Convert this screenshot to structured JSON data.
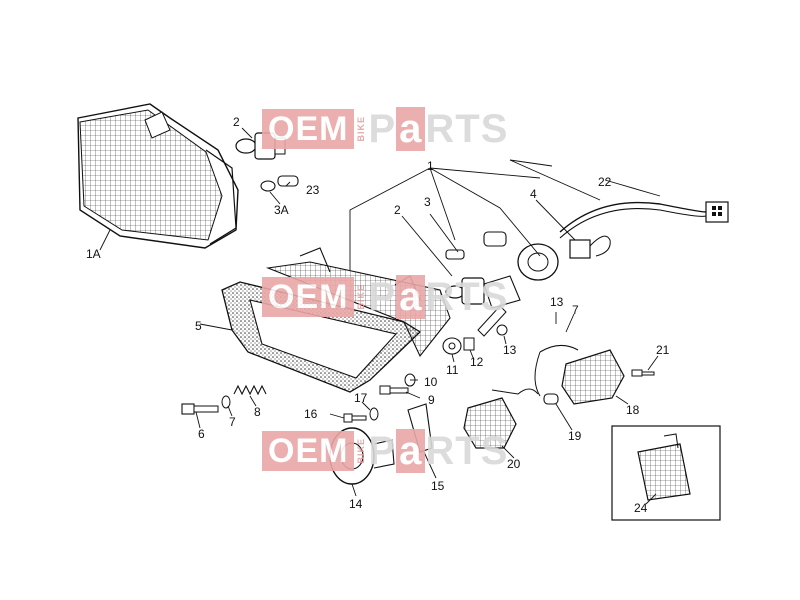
{
  "watermark": {
    "oem": "OEM",
    "bike": "BIKE",
    "p": "P",
    "a": "a",
    "rts": "RTS"
  },
  "callouts": {
    "c1": "1",
    "c1a": "1A",
    "c2_top": "2",
    "c2": "2",
    "c3": "3",
    "c3a": "3A",
    "c4": "4",
    "c5": "5",
    "c6": "6",
    "c7_left": "7",
    "c7_right": "7",
    "c8": "8",
    "c9": "9",
    "c10": "10",
    "c11": "11",
    "c12": "12",
    "c13_left": "13",
    "c13_right": "13",
    "c14": "14",
    "c15": "15",
    "c16": "16",
    "c17": "17",
    "c18": "18",
    "c19": "19",
    "c20": "20",
    "c21": "21",
    "c22": "22",
    "c23": "23",
    "c24": "24"
  }
}
